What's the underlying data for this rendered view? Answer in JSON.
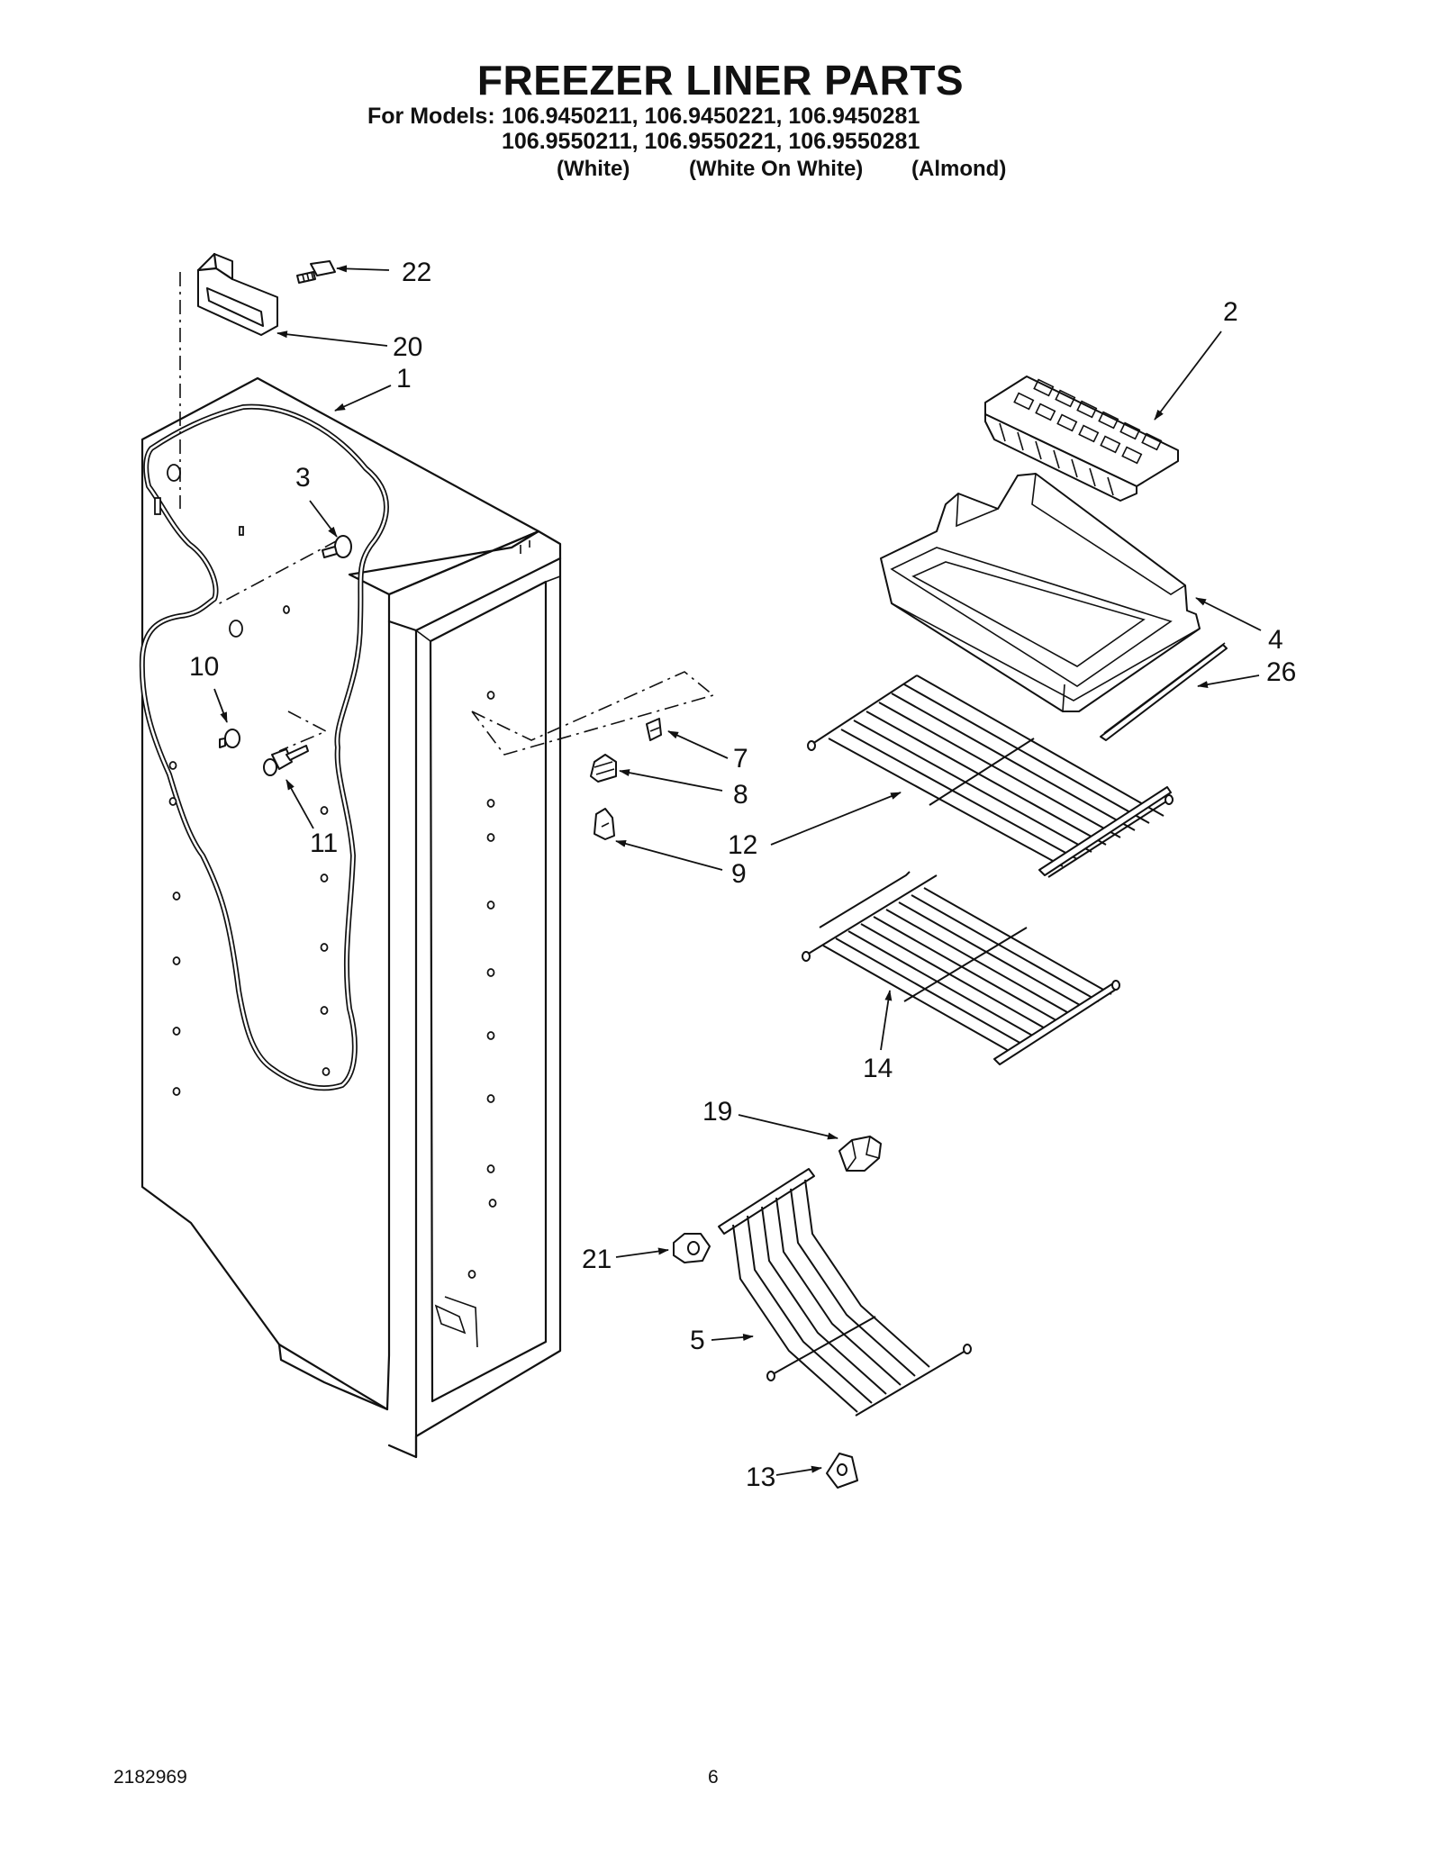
{
  "header": {
    "title": "FREEZER LINER PARTS",
    "models_label": "For Models:",
    "model_lines": [
      "106.9450211, 106.9450221, 106.9450281",
      "106.9550211, 106.9550221, 106.9550281"
    ],
    "color_labels": [
      "(White)",
      "(White On White)",
      "(Almond)"
    ]
  },
  "diagram": {
    "callouts": [
      "1",
      "2",
      "3",
      "4",
      "26",
      "5",
      "7",
      "8",
      "9",
      "10",
      "11",
      "12",
      "13",
      "14",
      "19",
      "20",
      "21",
      "22"
    ]
  },
  "footer": {
    "doc_number": "2182969",
    "page_number": "6"
  }
}
